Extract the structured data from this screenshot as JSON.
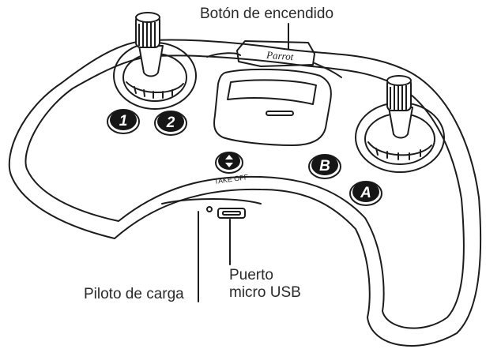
{
  "callouts": {
    "power_button": "Botón de encendido",
    "charge_led": "Piloto de carga",
    "usb_port": "Puerto\nmicro USB"
  },
  "controller": {
    "brand_logo": "Parrot",
    "takeoff_label": "TAKE OFF",
    "buttons": {
      "one": "1",
      "two": "2",
      "b": "B",
      "a": "A"
    }
  },
  "colors": {
    "outline": "#1c1c1c",
    "body_fill": "#ffffff",
    "button_fill": "#161616",
    "button_text": "#ffffff"
  }
}
